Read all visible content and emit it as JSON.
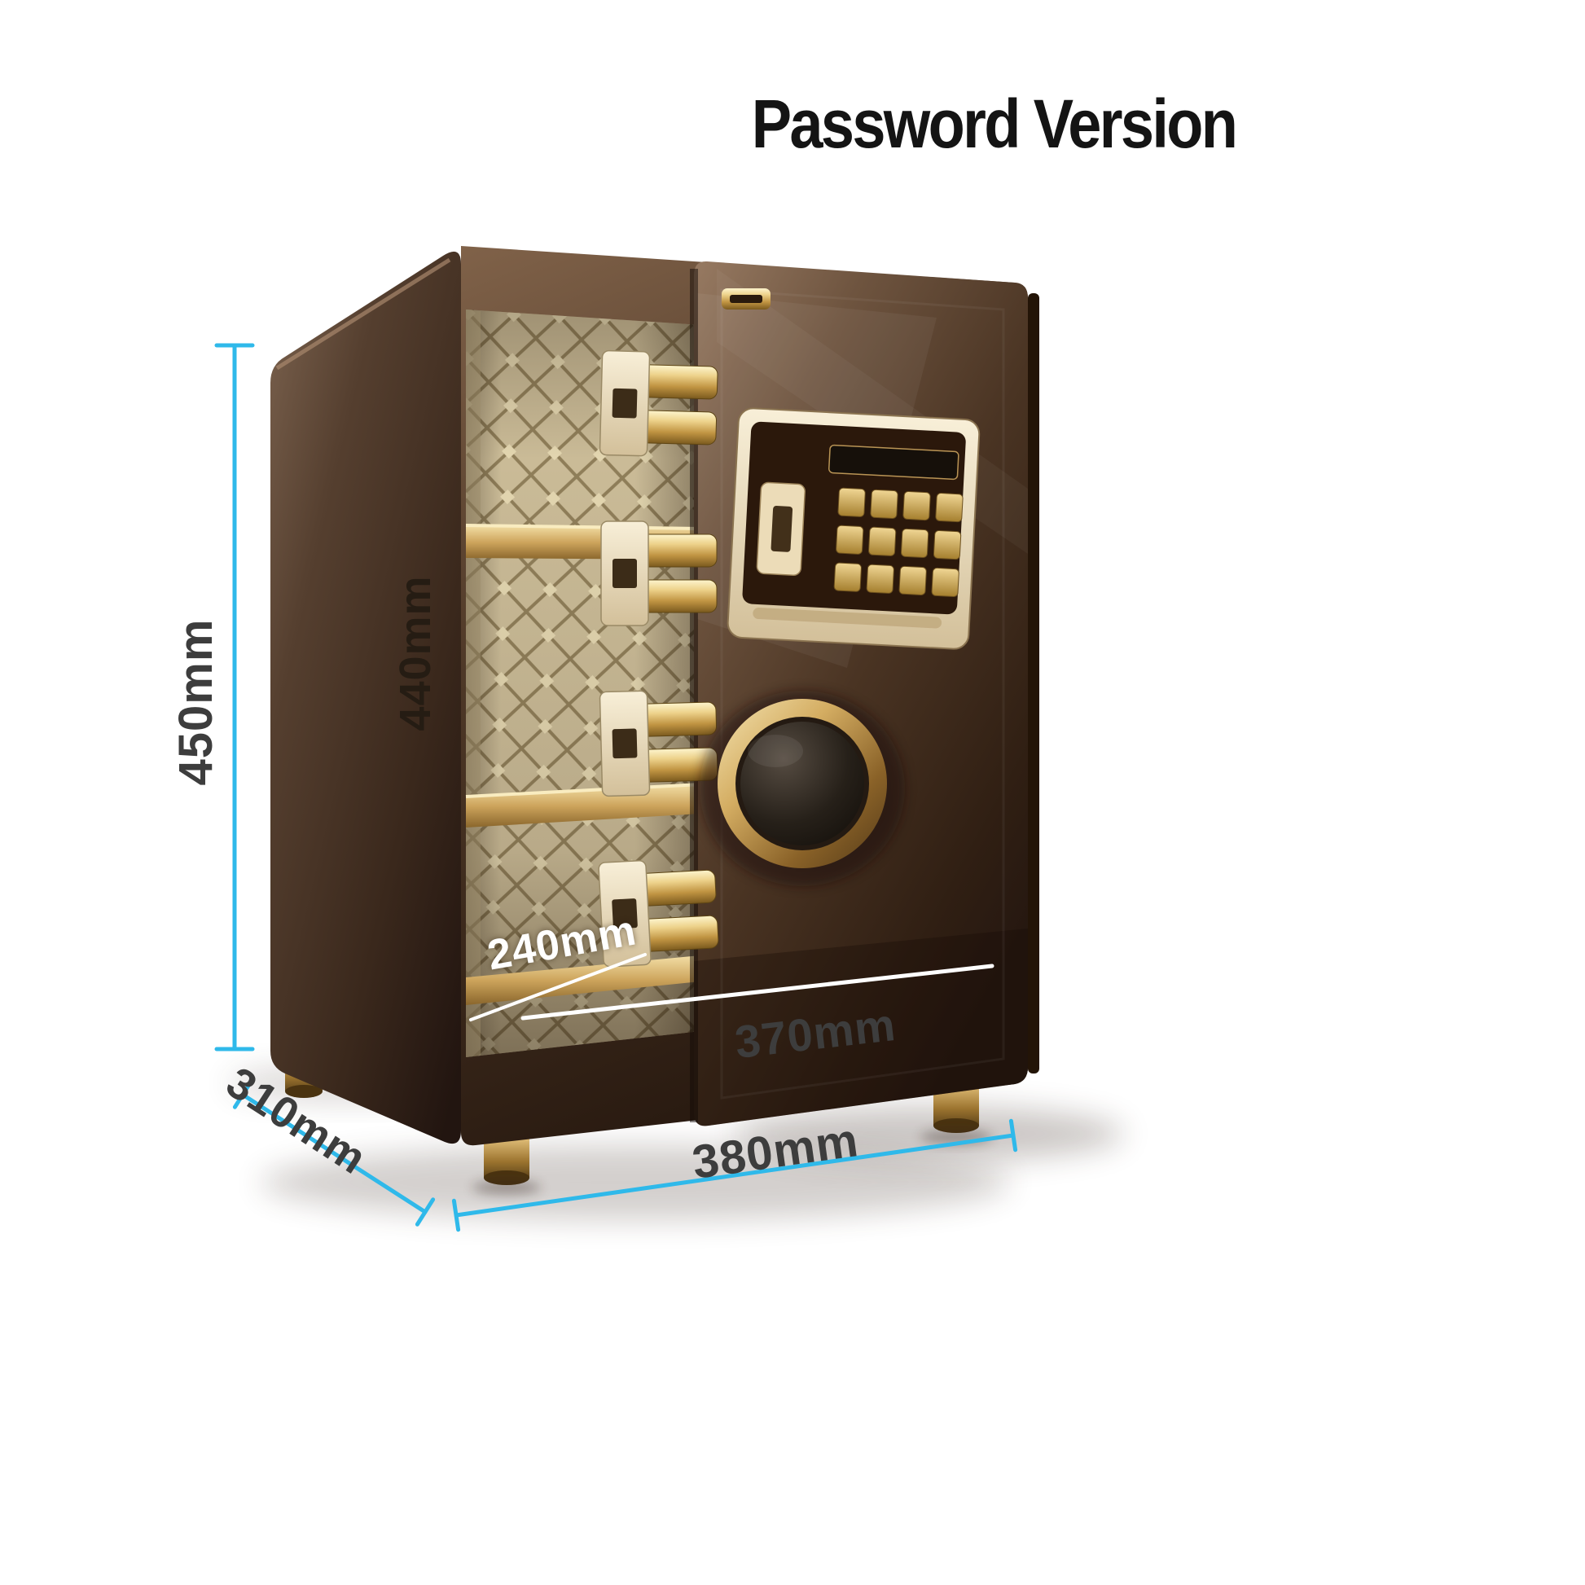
{
  "title": "Password Version",
  "dimensions": {
    "overall_height": "450mm",
    "interior_height": "440mm",
    "interior_depth": "240mm",
    "door_width": "370mm",
    "overall_depth": "310mm",
    "overall_width": "380mm"
  },
  "colors": {
    "accent_cyan": "#2fb9ea",
    "label_dark": "#3d3d3d",
    "label_brown": "#251c13",
    "label_white": "#ffffff",
    "title_black": "#141414",
    "safe_brown": "#4a362a",
    "interior_beige": "#cabb97",
    "gold": "#d8b470",
    "panel_cream": "#efe3c6"
  }
}
